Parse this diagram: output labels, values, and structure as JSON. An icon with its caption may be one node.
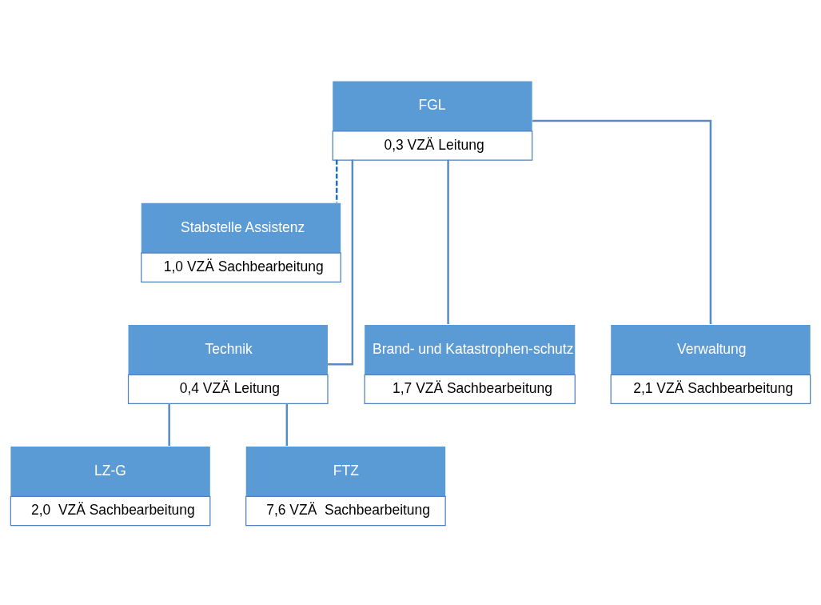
{
  "diagram": {
    "nodes": [
      {
        "text": [
          "FGL",
          "0,3 VZÄ Leitung"
        ]
      },
      {
        "text": [
          "Stabstelle Assistenz",
          "1,0 VZÄ Sachbearbeitung"
        ]
      },
      {
        "text": [
          "Technik",
          "0,4 VZÄ Leitung"
        ]
      },
      {
        "text": [
          "Brand- und Katastrophen-schutz",
          "1,7 VZÄ Sachbearbeitung"
        ]
      },
      {
        "text": [
          "Verwaltung",
          "2,1 VZÄ Sachbearbeitung"
        ]
      },
      {
        "text": [
          "LZ-G",
          "2,0  VZÄ Sachbearbeitung"
        ]
      },
      {
        "text": [
          "FTZ",
          "7,6 VZÄ  Sachbearbeitung"
        ]
      }
    ],
    "edges": [
      {
        "from": 0,
        "to": 1,
        "arrow": "none",
        "style": "dashed",
        "color": "#1f6fbf"
      },
      {
        "from": 0,
        "to": 2,
        "arrow": "none"
      },
      {
        "from": 0,
        "to": 3,
        "arrow": "none"
      },
      {
        "from": 0,
        "to": 4,
        "arrow": "none"
      },
      {
        "from": 2,
        "to": 5,
        "arrow": "none"
      },
      {
        "from": 2,
        "to": 6,
        "arrow": "none"
      }
    ]
  }
}
